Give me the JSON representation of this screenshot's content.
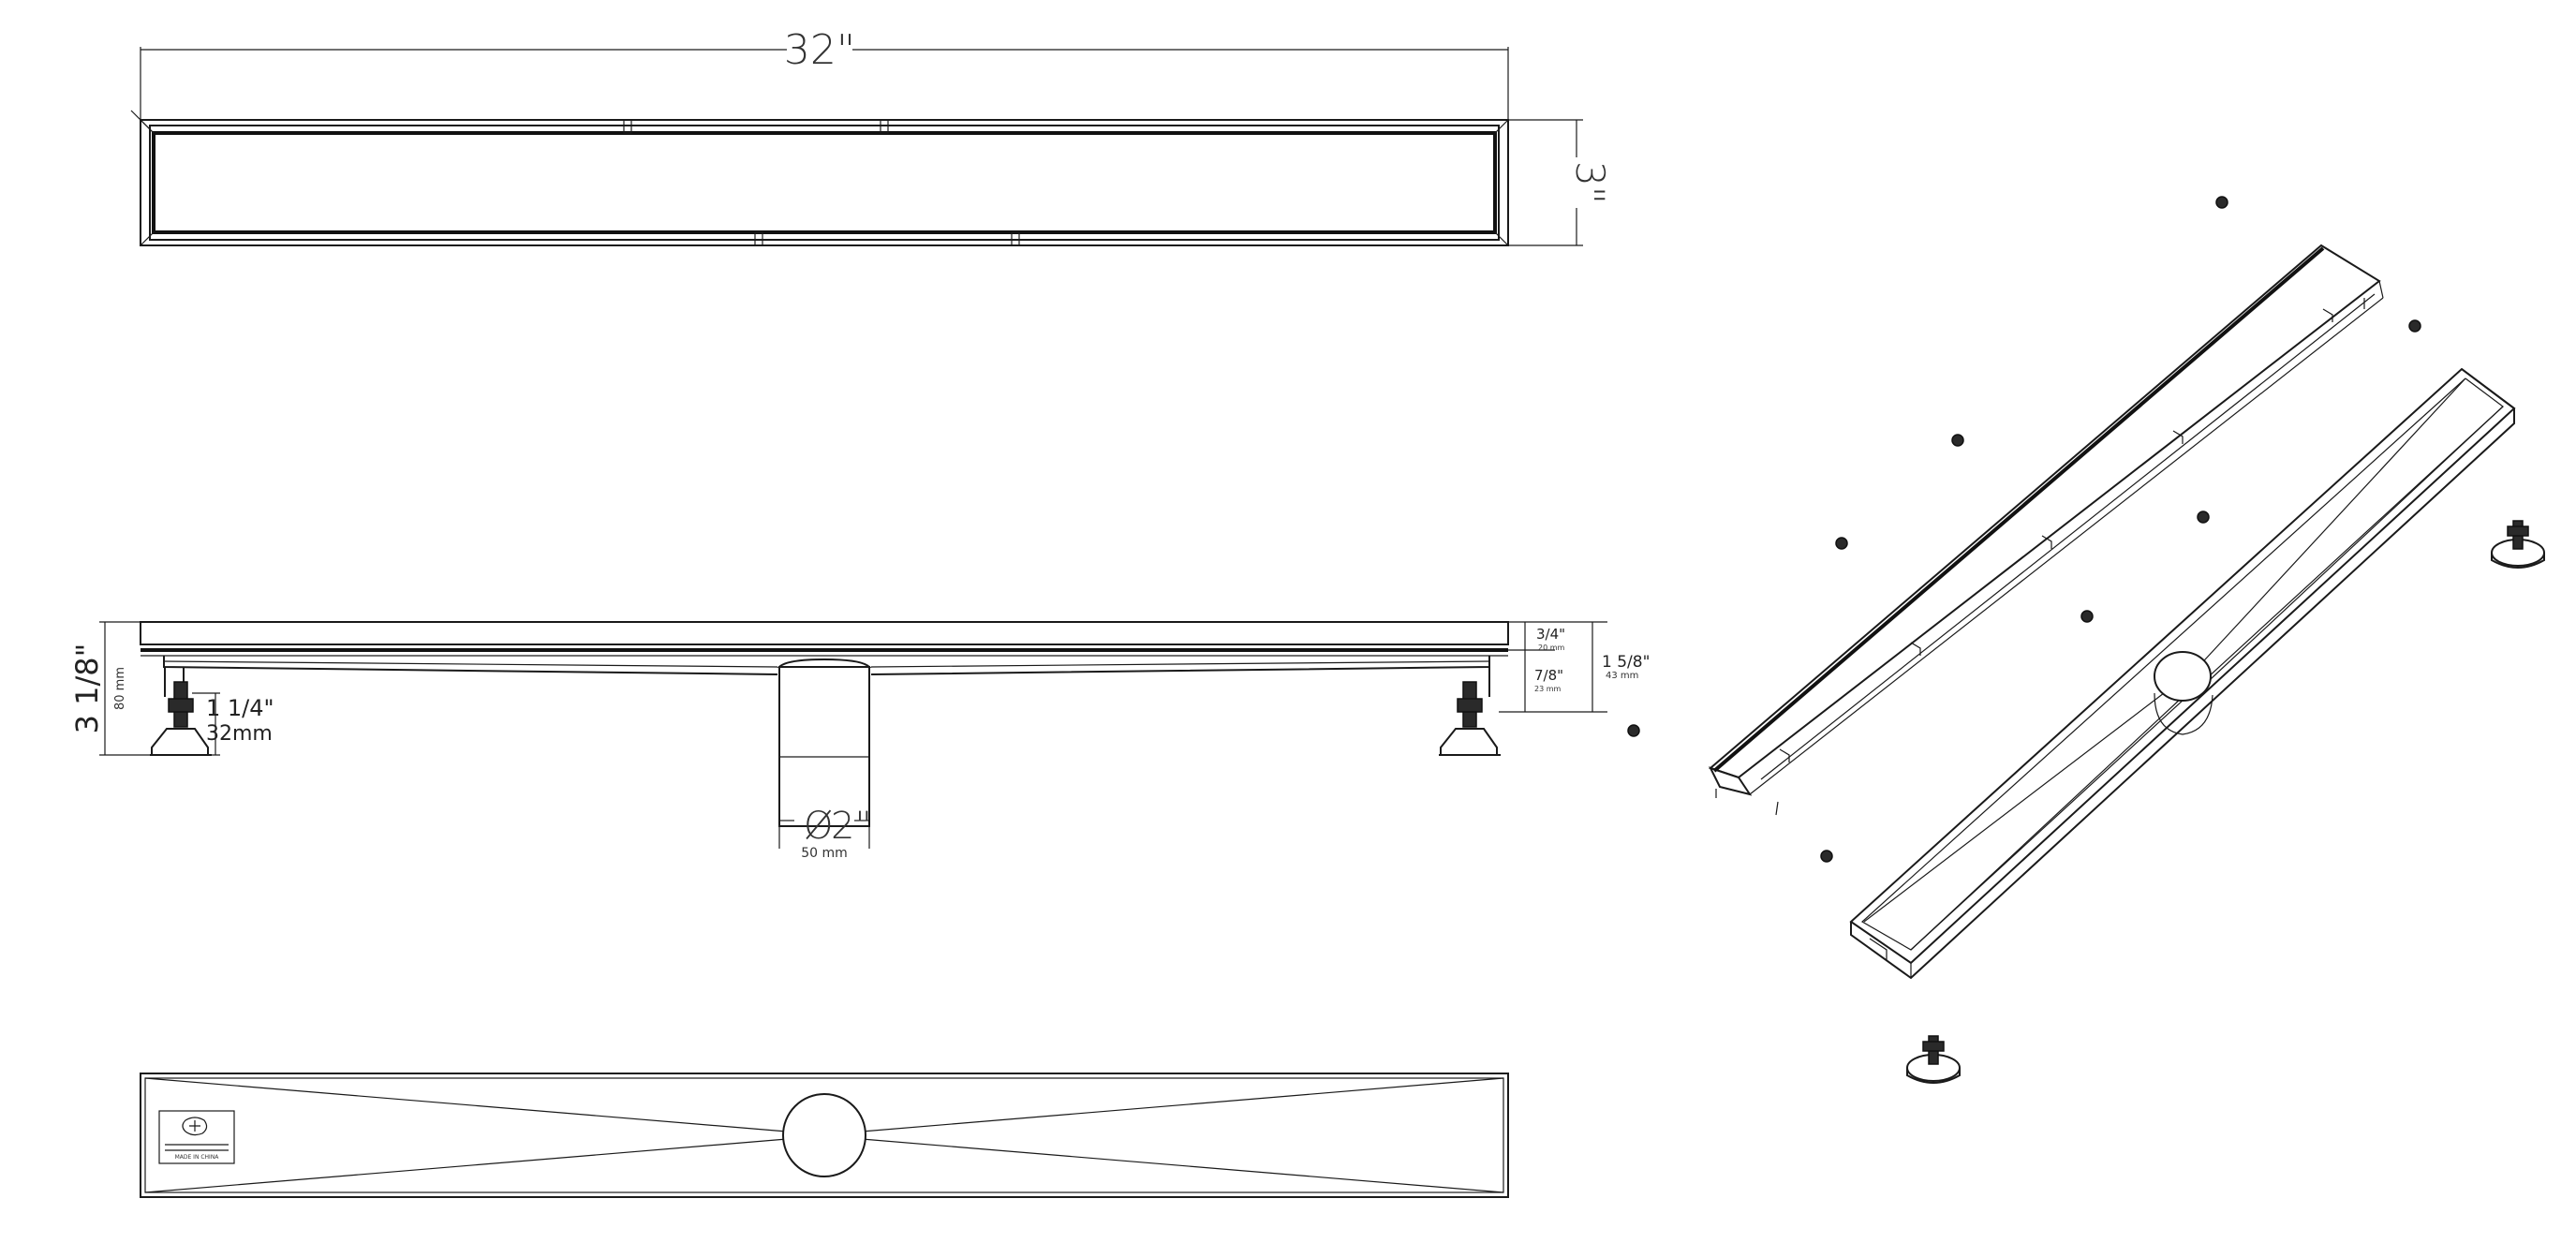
{
  "dimensions": {
    "length": "32\"",
    "width": "3\"",
    "total_height_in": "3 1/8\"",
    "total_height_mm": "80 mm",
    "leg_in": "1 1/4\"",
    "leg_mm": "32mm",
    "grate_in": "3/4\"",
    "grate_mm": "20 mm",
    "mid_in": "1 5/8\"",
    "mid_mm": "43 mm",
    "channel_in": "7/8\"",
    "channel_mm": "23 mm",
    "outlet_in": "2\"",
    "outlet_mm": "50 mm",
    "outlet_symbol": "Ø"
  },
  "label": {
    "text": "MADE IN CHINA"
  }
}
